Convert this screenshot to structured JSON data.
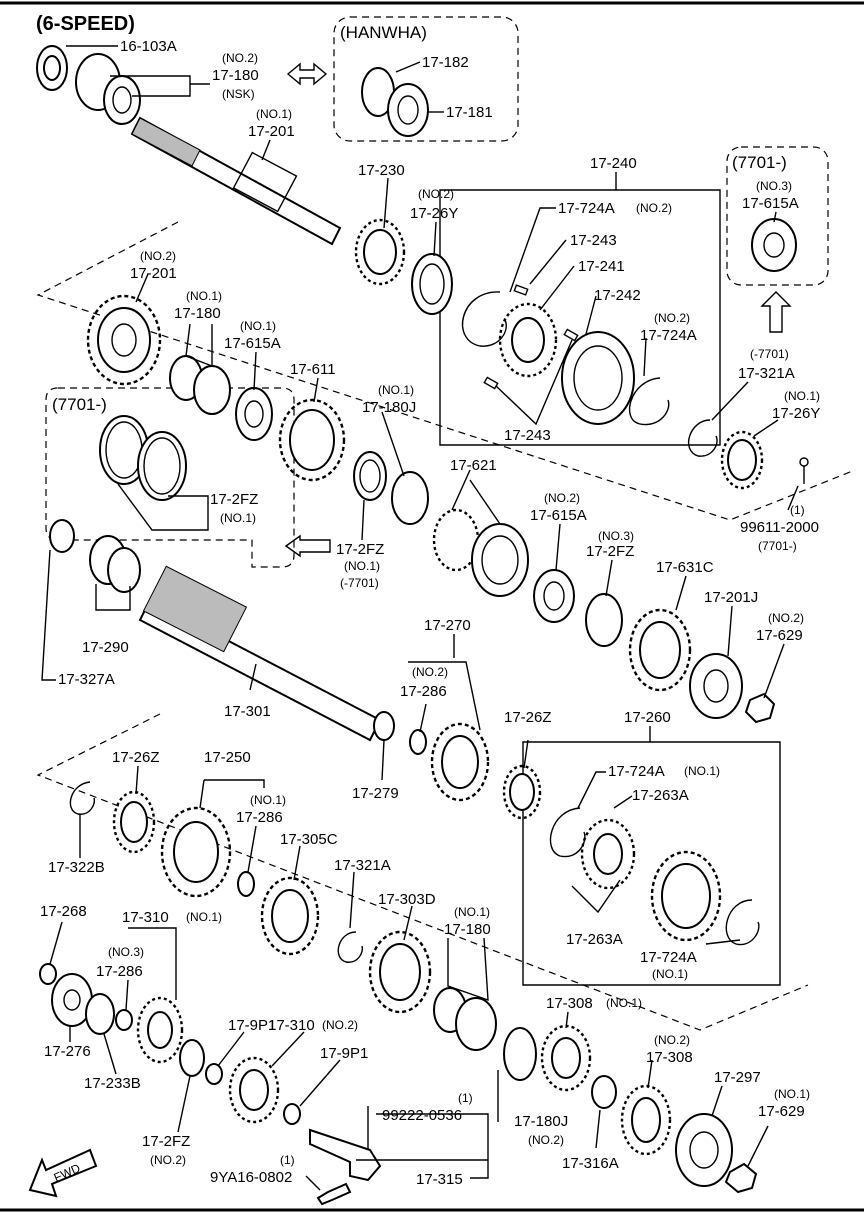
{
  "title": "(6-SPEED)",
  "groups": {
    "hanwha": "(HANWHA)",
    "box_7701_top": "(7701-)",
    "box_7701_left": "(7701-)"
  },
  "labels": {
    "p16_103A": "16-103A",
    "p17_180_no2_tag": "(NO.2)",
    "p17_180_no2": "17-180",
    "nsk": "(NSK)",
    "p17_182": "17-182",
    "p17_181": "17-181",
    "p17_201_no1_tag": "(NO.1)",
    "p17_201_no1": "17-201",
    "p17_230": "17-230",
    "p17_26Y_no2_tag": "(NO.2)",
    "p17_26Y_no2": "17-26Y",
    "p17_240": "17-240",
    "p17_724A_no2": "17-724A",
    "p17_724A_no2_tag": "(NO.2)",
    "p17_243_a": "17-243",
    "p17_241": "17-241",
    "p17_242": "17-242",
    "p17_724A_no2b_tag": "(NO.2)",
    "p17_724A_no2b": "17-724A",
    "p17_243_b": "17-243",
    "p17_615A_no3_tag": "(NO.3)",
    "p17_615A_no3": "17-615A",
    "p17_201_no2_tag": "(NO.2)",
    "p17_201_no2": "17-201",
    "p17_180_no1_tag": "(NO.1)",
    "p17_180_no1": "17-180",
    "p17_615A_no1_tag": "(NO.1)",
    "p17_615A_no1": "17-615A",
    "p17_611": "17-611",
    "p17_180J_no1_tag": "(NO.1)",
    "p17_180J_no1": "17-180J",
    "p17_321A_a_tag": "(-7701)",
    "p17_321A_a": "17-321A",
    "p17_26Y_no1_tag": "(NO.1)",
    "p17_26Y_no1": "17-26Y",
    "p17_2FZ_a": "17-2FZ",
    "p17_2FZ_a_tag": "(NO.1)",
    "p17_621": "17-621",
    "p17_615A_no2_tag": "(NO.2)",
    "p17_615A_no2": "17-615A",
    "p99611_qty": "(1)",
    "p99611": "99611-2000",
    "p99611_tag": "(7701-)",
    "p17_2FZ_b": "17-2FZ",
    "p17_2FZ_b_tag1": "(NO.1)",
    "p17_2FZ_b_tag2": "(-7701)",
    "p17_2FZ_no3_tag": "(NO.3)",
    "p17_2FZ_no3": "17-2FZ",
    "p17_631C": "17-631C",
    "p17_201J": "17-201J",
    "p17_629_no2_tag": "(NO.2)",
    "p17_629_no2": "17-629",
    "p17_290": "17-290",
    "p17_327A": "17-327A",
    "p17_270": "17-270",
    "p17_286_no2_tag": "(NO.2)",
    "p17_286_no2": "17-286",
    "p17_301": "17-301",
    "p17_279": "17-279",
    "p17_26Z_a": "17-26Z",
    "p17_260": "17-260",
    "p17_724A_no1_a": "17-724A",
    "p17_724A_no1_a_tag": "(NO.1)",
    "p17_263A_a": "17-263A",
    "p17_263A_b": "17-263A",
    "p17_724A_no1_b": "17-724A",
    "p17_724A_no1_b_tag": "(NO.1)",
    "p17_26Z_b": "17-26Z",
    "p17_250": "17-250",
    "p17_286_no1_tag": "(NO.1)",
    "p17_286_no1": "17-286",
    "p17_322B": "17-322B",
    "p17_305C": "17-305C",
    "p17_321A_b": "17-321A",
    "p17_303D": "17-303D",
    "p17_180_no1b_tag": "(NO.1)",
    "p17_180_no1b": "17-180",
    "p17_268": "17-268",
    "p17_310_no1": "17-310",
    "p17_310_no1_tag": "(NO.1)",
    "p17_286_no3_tag": "(NO.3)",
    "p17_286_no3": "17-286",
    "p17_276": "17-276",
    "p17_233B": "17-233B",
    "p17_9P1_a": "17-9P1",
    "p17_310_no2": "17-310",
    "p17_310_no2_tag": "(NO.2)",
    "p17_308_no1": "17-308",
    "p17_308_no1_tag": "(NO.1)",
    "p17_308_no2_tag": "(NO.2)",
    "p17_308_no2": "17-308",
    "p17_297": "17-297",
    "p17_629_no1_tag": "(NO.1)",
    "p17_629_no1": "17-629",
    "p17_9P1_b": "17-9P1",
    "p99222_qty": "(1)",
    "p99222": "99222-0536",
    "p17_180J_no2": "17-180J",
    "p17_180J_no2_tag": "(NO.2)",
    "p17_316A": "17-316A",
    "p17_2FZ_no2": "17-2FZ",
    "p17_2FZ_no2_tag": "(NO.2)",
    "p17_315": "17-315",
    "p9YA16_qty": "(1)",
    "p9YA16": "9YA16-0802",
    "fwd": "FWD"
  }
}
